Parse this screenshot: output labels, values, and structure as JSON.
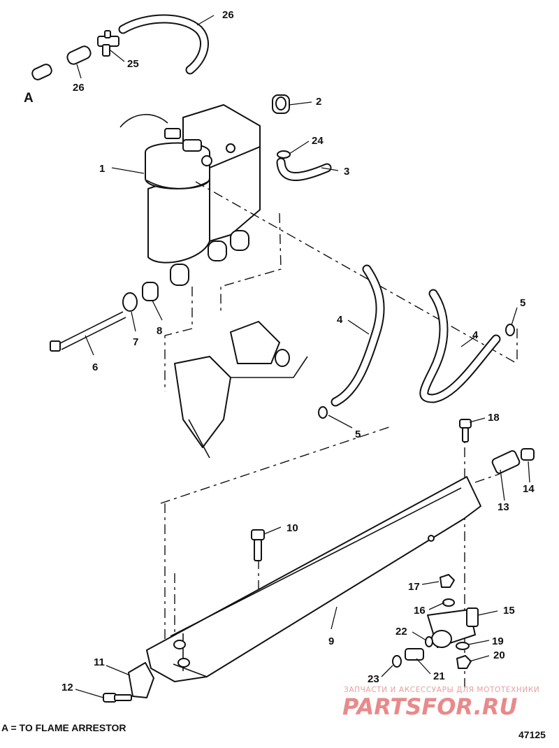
{
  "diagram": {
    "callouts": [
      "1",
      "2",
      "3",
      "4",
      "4",
      "5",
      "5",
      "6",
      "7",
      "8",
      "9",
      "10",
      "11",
      "12",
      "13",
      "14",
      "15",
      "16",
      "17",
      "18",
      "19",
      "20",
      "21",
      "22",
      "23",
      "24",
      "25",
      "26",
      "26"
    ],
    "view_label": "A",
    "footnote": "A = TO FLAME ARRESTOR",
    "figure_number": "47125"
  },
  "watermark": {
    "line1": "ЗАПЧАСТИ И АКСЕССУАРЫ ДЛЯ МОТОТЕХНИКИ",
    "line2": "PARTSFOR.RU"
  }
}
